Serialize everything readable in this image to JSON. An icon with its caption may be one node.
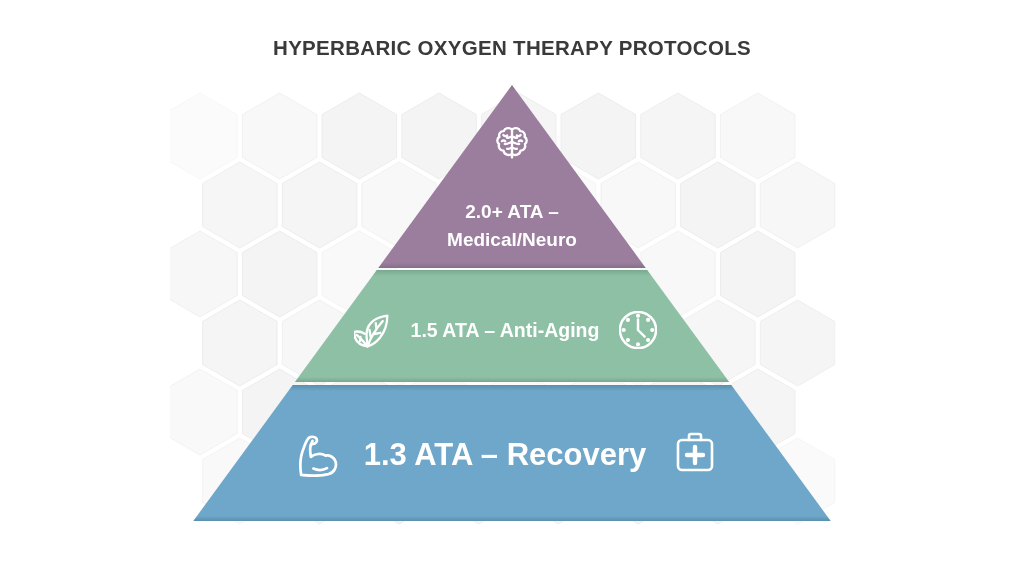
{
  "diagram": {
    "title": "HYPERBARIC OXYGEN THERAPY PROTOCOLS",
    "nodes": [
      {
        "text": [
          "2.0+ ATA – Medical/Neuro"
        ]
      },
      {
        "text": [
          "1.5 ATA – Anti-Aging"
        ]
      },
      {
        "text": [
          "1.3 ATA – Recovery"
        ]
      }
    ]
  }
}
